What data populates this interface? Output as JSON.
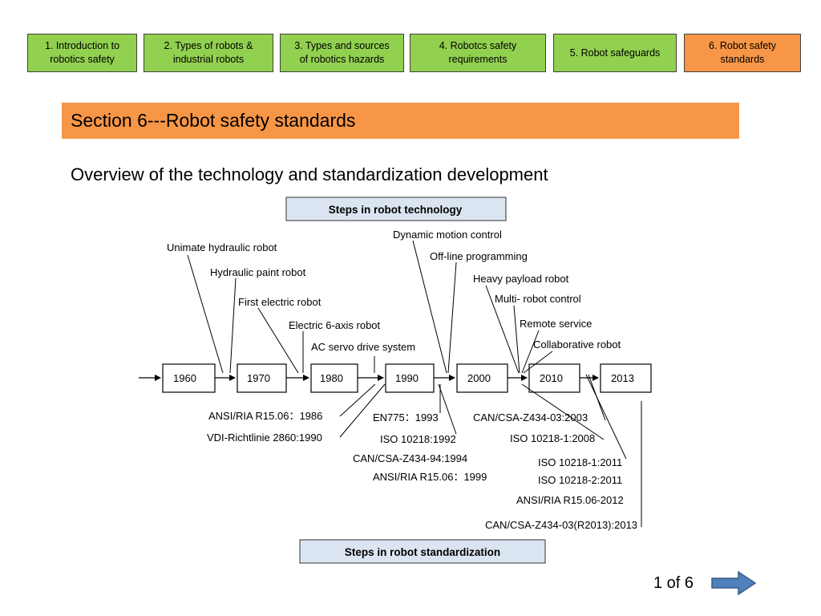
{
  "nav": {
    "tabs": [
      {
        "label": "1. Introduction to\nrobotics safety",
        "active": false
      },
      {
        "label": "2. Types of robots &\nindustrial robots",
        "active": false
      },
      {
        "label": "3. Types and sources\nof robotics hazards",
        "active": false
      },
      {
        "label": "4. Robotcs safety\nrequirements",
        "active": false
      },
      {
        "label": "5. Robot safeguards",
        "active": false
      },
      {
        "label": "6. Robot safety\nstandards",
        "active": true
      }
    ]
  },
  "section": {
    "title": "Section  6---Robot safety standards"
  },
  "overview": {
    "heading": "Overview of the technology and standardization development"
  },
  "diagram": {
    "technology_title": "Steps in robot technology",
    "standardization_title": "Steps in robot standardization",
    "years": [
      "1960",
      "1970",
      "1980",
      "1990",
      "2000",
      "2010",
      "2013"
    ],
    "technology_steps": [
      "Unimate hydraulic robot",
      "Hydraulic paint robot",
      "First electric robot",
      "Electric 6-axis robot",
      "AC servo drive system",
      "Dynamic motion control",
      "Off-line programming",
      "Heavy payload robot",
      "Multi- robot control",
      "Remote service",
      "Collaborative robot"
    ],
    "standards": [
      "ANSI/RIA R15.06：1986",
      "VDI-Richtlinie 2860:1990",
      "EN775：1993",
      "ISO 10218:1992",
      "CAN/CSA-Z434-94:1994",
      "ANSI/RIA R15.06：1999",
      "CAN/CSA-Z434-03:2003",
      "ISO 10218-1:2008",
      "ISO 10218-1:2011",
      "ISO 10218-2:2011",
      "ANSI/RIA R15.06-2012",
      "CAN/CSA-Z434-03(R2013):2013"
    ]
  },
  "pager": {
    "text": "1 of 6"
  },
  "colors": {
    "nav_tab": "#92d050",
    "accent": "#f79646",
    "title_box": "#dbe5f1",
    "arrow": "#4f81bd"
  }
}
